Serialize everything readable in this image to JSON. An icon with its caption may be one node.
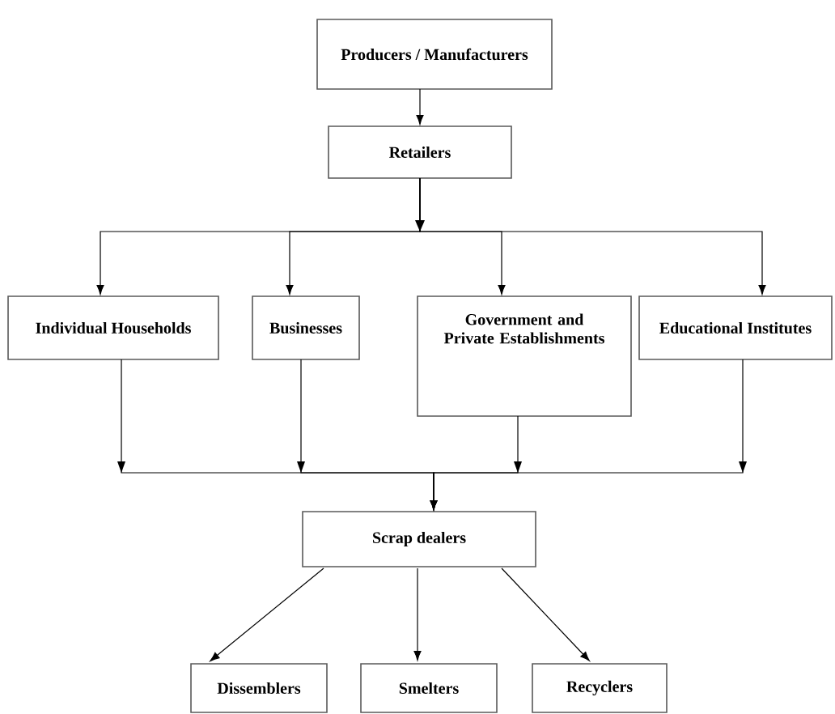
{
  "diagram": {
    "nodes": [
      {
        "text": [
          "Producers / Manufacturers"
        ]
      },
      {
        "text": [
          "Retailers"
        ]
      },
      {
        "text": [
          "Individual Households"
        ]
      },
      {
        "text": [
          "Businesses"
        ]
      },
      {
        "text": [
          "Government and Private Establishments"
        ]
      },
      {
        "text": [
          "Educational Institutes"
        ]
      },
      {
        "text": [
          "Scrap dealers"
        ]
      },
      {
        "text": [
          "Dissemblers"
        ]
      },
      {
        "text": [
          "Smelters"
        ]
      },
      {
        "text": [
          "Recyclers"
        ]
      }
    ],
    "edges": [
      {
        "from": 0,
        "to": 1,
        "arrow": "to"
      },
      {
        "from": 1,
        "to": 2,
        "arrow": "to"
      },
      {
        "from": 1,
        "to": 3,
        "arrow": "to"
      },
      {
        "from": 1,
        "to": 4,
        "arrow": "to"
      },
      {
        "from": 1,
        "to": 5,
        "arrow": "to"
      },
      {
        "from": 2,
        "to": 6,
        "arrow": "to"
      },
      {
        "from": 3,
        "to": 6,
        "arrow": "to"
      },
      {
        "from": 4,
        "to": 6,
        "arrow": "to"
      },
      {
        "from": 5,
        "to": 6,
        "arrow": "to"
      },
      {
        "from": 6,
        "to": 7,
        "arrow": "to"
      },
      {
        "from": 6,
        "to": 8,
        "arrow": "to"
      },
      {
        "from": 6,
        "to": 9,
        "arrow": "to"
      }
    ]
  }
}
